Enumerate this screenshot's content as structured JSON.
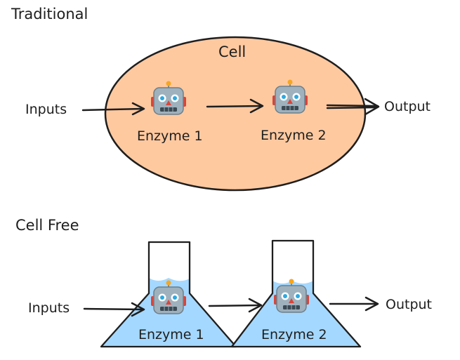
{
  "traditional": {
    "heading": "Traditional",
    "cell_label": "Cell",
    "inputs_label": "Inputs",
    "output_label": "Output",
    "enzyme1_label": "Enzyme 1",
    "enzyme2_label": "Enzyme 2",
    "cell_fill": "#ffc9a0"
  },
  "cell_free": {
    "heading": "Cell Free",
    "inputs_label": "Inputs",
    "output_label": "Output",
    "enzyme1_label": "Enzyme 1",
    "enzyme2_label": "Enzyme 2",
    "liquid_fill": "#a5d8ff"
  },
  "icons": {
    "enzyme": "robot-icon"
  }
}
